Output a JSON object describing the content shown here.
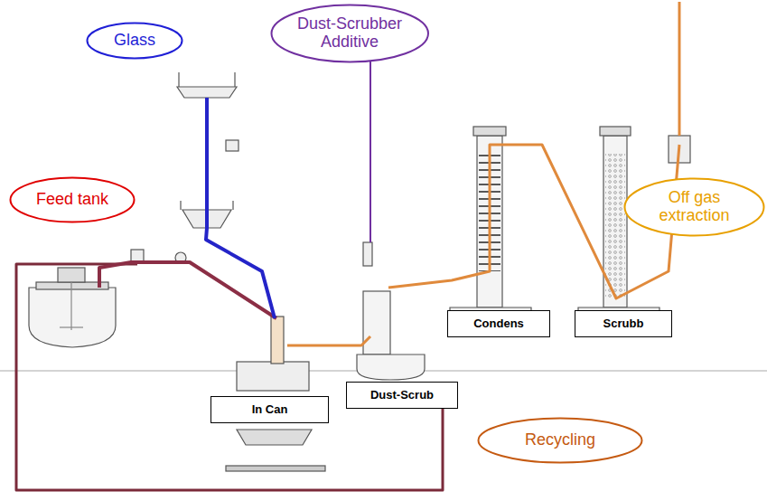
{
  "diagram": {
    "nodes": [
      {
        "text": [
          "Glass"
        ]
      },
      {
        "text": [
          "Dust-Scrubber Additive"
        ]
      },
      {
        "text": [
          "Feed tank"
        ]
      },
      {
        "text": [
          "Off gas extraction"
        ]
      },
      {
        "text": [
          "Condens"
        ]
      },
      {
        "text": [
          "Scrubb"
        ]
      },
      {
        "text": [
          "In Can"
        ]
      },
      {
        "text": [
          "Dust-Scrub"
        ]
      },
      {
        "text": [
          "Recycling"
        ]
      }
    ]
  }
}
